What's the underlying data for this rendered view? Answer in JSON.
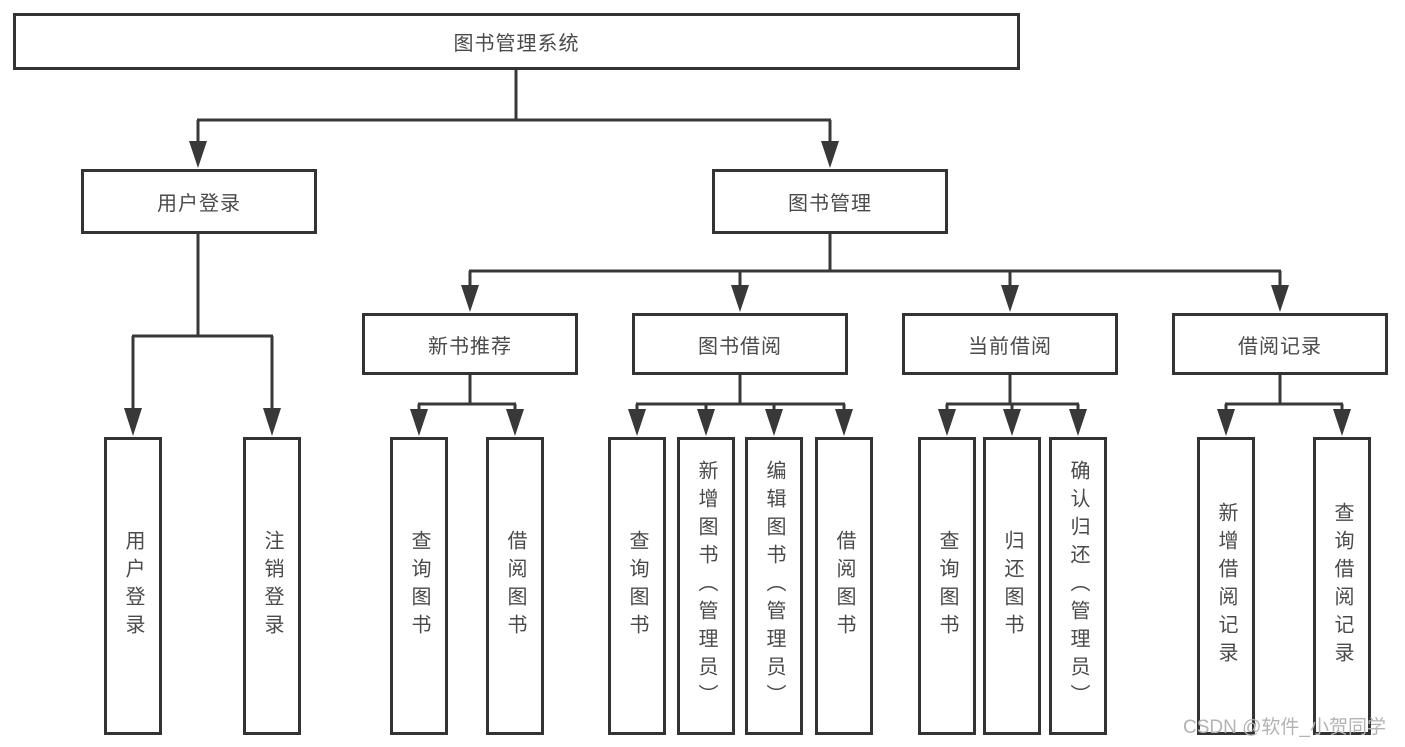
{
  "diagram": {
    "root": {
      "label": "图书管理系统"
    },
    "level2": [
      {
        "id": "user-login",
        "label": "用户登录"
      },
      {
        "id": "book-management",
        "label": "图书管理"
      }
    ],
    "level3": [
      {
        "id": "new-book-recommendation",
        "label": "新书推荐"
      },
      {
        "id": "book-borrowing",
        "label": "图书借阅"
      },
      {
        "id": "current-borrowing",
        "label": "当前借阅"
      },
      {
        "id": "borrowing-records",
        "label": "借阅记录"
      }
    ],
    "leaves": [
      {
        "parent": "user-login",
        "label": "用户登录"
      },
      {
        "parent": "user-login",
        "label": "注销登录"
      },
      {
        "parent": "new-book-recommendation",
        "label": "查询图书"
      },
      {
        "parent": "new-book-recommendation",
        "label": "借阅图书"
      },
      {
        "parent": "book-borrowing",
        "label": "查询图书"
      },
      {
        "parent": "book-borrowing",
        "label": "新增图书（管理员）"
      },
      {
        "parent": "book-borrowing",
        "label": "编辑图书（管理员）"
      },
      {
        "parent": "book-borrowing",
        "label": "借阅图书"
      },
      {
        "parent": "current-borrowing",
        "label": "查询图书"
      },
      {
        "parent": "current-borrowing",
        "label": "归还图书"
      },
      {
        "parent": "current-borrowing",
        "label": "确认归还（管理员）"
      },
      {
        "parent": "borrowing-records",
        "label": "新增借阅记录"
      },
      {
        "parent": "borrowing-records",
        "label": "查询借阅记录"
      }
    ],
    "watermark": "CSDN @软件_小贺同学",
    "colors": {
      "line": "#383838",
      "border": "#333333",
      "text": "#4a4a4a",
      "background": "#ffffff",
      "watermark": "#b3b3b3"
    }
  }
}
